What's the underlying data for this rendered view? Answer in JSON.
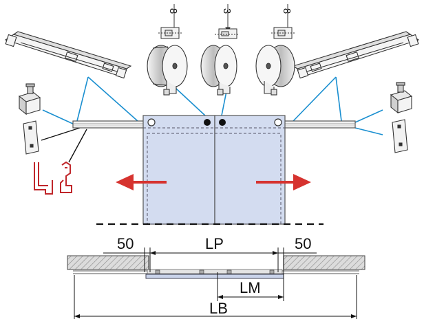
{
  "dimensions": {
    "left_offset": "50",
    "passage_width": "LP",
    "right_offset": "50",
    "overlap": "LM",
    "total_width": "LB"
  },
  "detail_numbers": {
    "left": "8",
    "center": "3",
    "right": "8"
  },
  "colors": {
    "door_fill": "#d3dcf0",
    "callout_line": "#1a8fd0",
    "arrow": "#d6332f",
    "profile": "#c0262a",
    "wall_hatch": "#999999"
  }
}
